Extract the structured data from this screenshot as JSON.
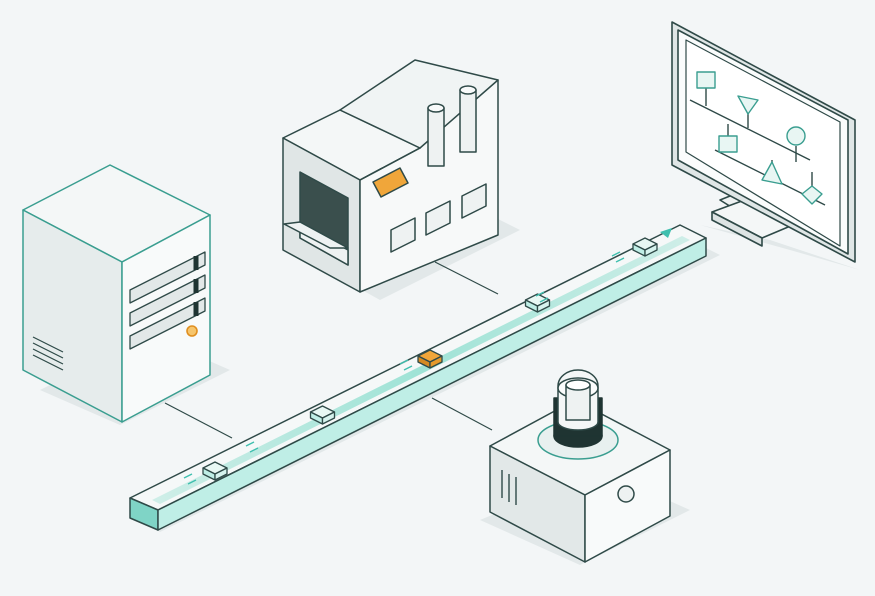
{
  "scene": {
    "nodes": [
      {
        "id": "server",
        "icon": "server-tower-icon"
      },
      {
        "id": "factory",
        "icon": "factory-icon"
      },
      {
        "id": "monitor",
        "icon": "monitor-flowchart-icon"
      },
      {
        "id": "beacon",
        "icon": "warning-beacon-icon"
      }
    ],
    "conveyor": {
      "icon": "conveyor-belt-icon",
      "packet_count": 5,
      "highlighted_packet": 3,
      "direction": "toward-monitor"
    },
    "flowchart_shapes": [
      "square",
      "triangle-down",
      "square",
      "circle",
      "triangle-up",
      "diamond"
    ]
  },
  "colors": {
    "background": "#f3f6f7",
    "outline": "#2f4a48",
    "accent_teal": "#3fbfae",
    "belt_glow": "#bdeee6",
    "light_face": "#eef2f2",
    "mid_face": "#dde4e4",
    "dark_face": "#c4cccc",
    "highlight_orange": "#f0a63a"
  }
}
